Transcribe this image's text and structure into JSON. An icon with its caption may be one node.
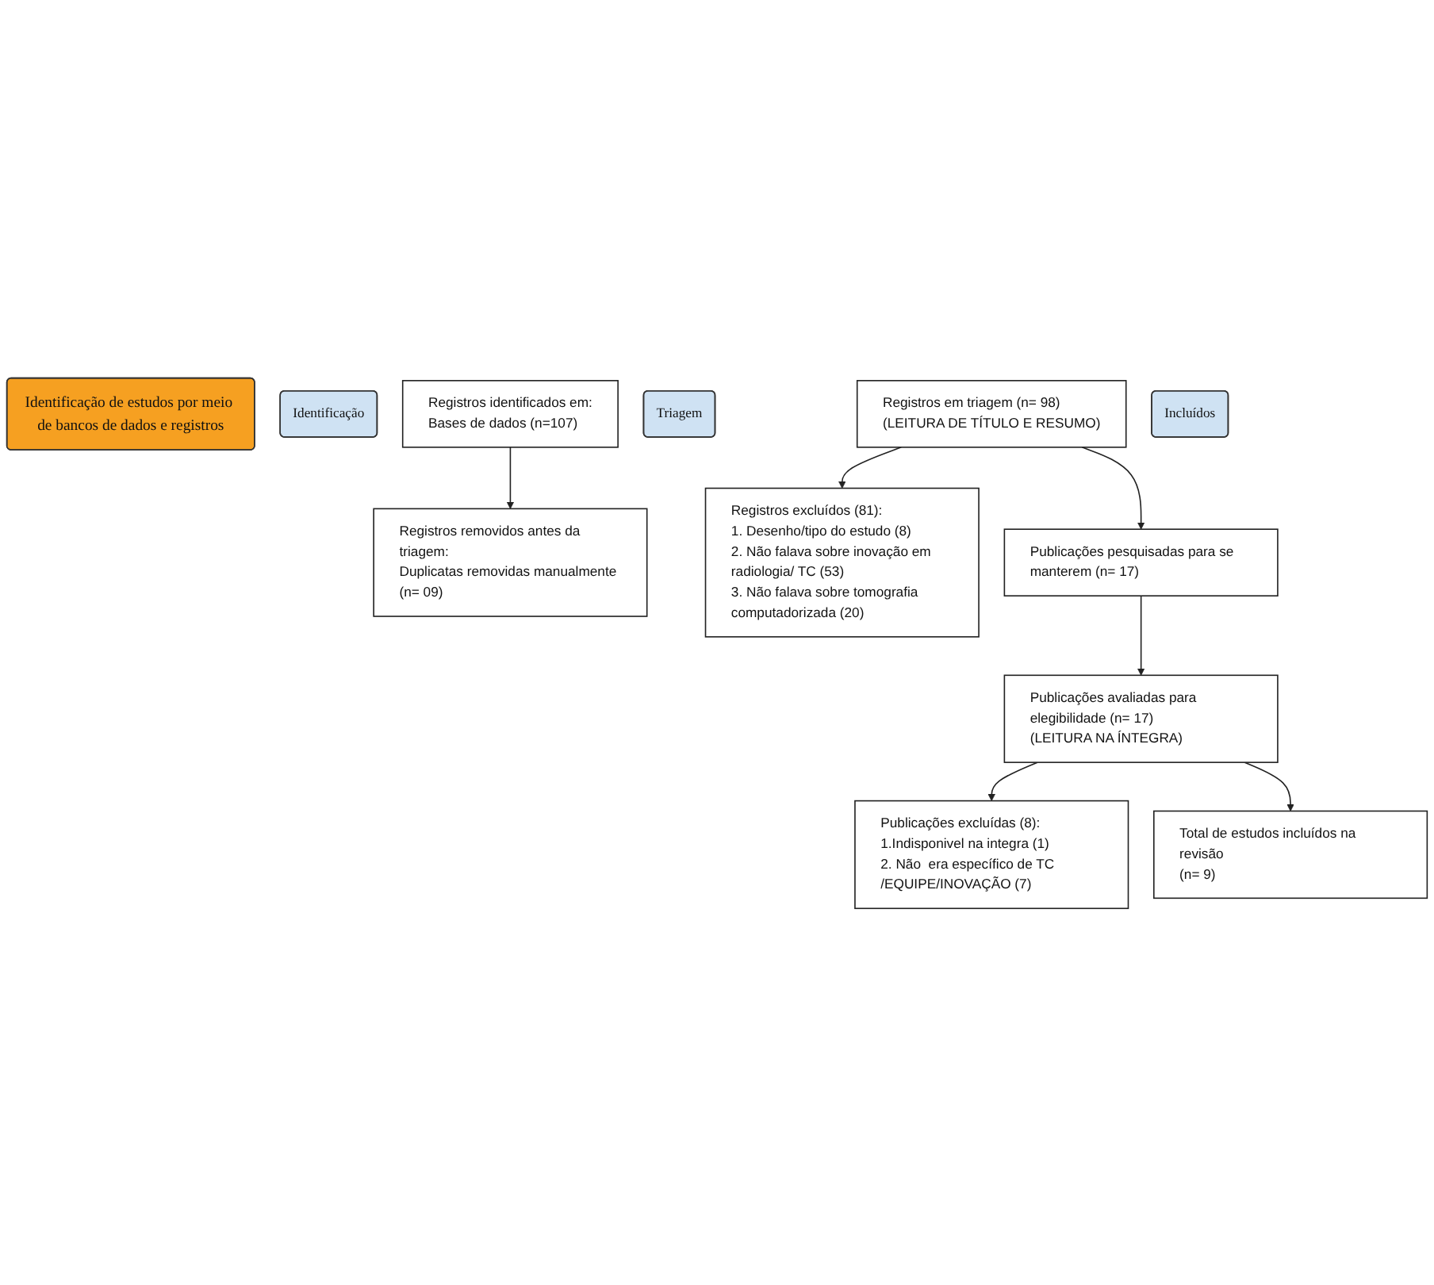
{
  "diagram": {
    "nodes": [
      {
        "text": [
          "Identificação de estudos por meio de bancos de dados e registros"
        ]
      },
      {
        "text": [
          "Identificação"
        ]
      },
      {
        "text": [
          "Registros identificados em:",
          "Bases de dados (n=107)"
        ]
      },
      {
        "text": [
          "Registros removidos antes da triagem:",
          "Duplicatas removidas manualmente (n= 09)"
        ]
      },
      {
        "text": [
          "Triagem"
        ]
      },
      {
        "text": [
          "Registros em triagem (n= 98)",
          "(LEITURA DE TÍTULO E RESUMO)"
        ]
      },
      {
        "text": [
          "Registros excluídos (81):",
          "1. Desenho/tipo do estudo (8)",
          "2. Não falava sobre inovação em radiologia/ TC (53)",
          "3. Não falava sobre tomografia computadorizada (20)"
        ]
      },
      {
        "text": [
          "Publicações pesquisadas para se manterem (n= 17)"
        ]
      },
      {
        "text": [
          "Publicações avaliadas para elegibilidade (n= 17)",
          "(LEITURA NA ÍNTEGRA)"
        ]
      },
      {
        "text": [
          "Publicações excluídas (8):",
          "1.Indisponivel na integra (1)",
          "2. Não  era específico de TC /EQUIPE/INOVAÇÃO (7)"
        ]
      },
      {
        "text": [
          "Incluídos"
        ]
      },
      {
        "text": [
          "Total de estudos incluídos na revisão",
          "(n= 9)"
        ]
      }
    ],
    "edges": [
      {
        "from": 2,
        "to": 3,
        "arrow": "to"
      },
      {
        "from": 5,
        "to": 6,
        "arrow": "to"
      },
      {
        "from": 5,
        "to": 7,
        "arrow": "to"
      },
      {
        "from": 7,
        "to": 8,
        "arrow": "to"
      },
      {
        "from": 8,
        "to": 9,
        "arrow": "to"
      },
      {
        "from": 8,
        "to": 11,
        "arrow": "to"
      }
    ]
  }
}
